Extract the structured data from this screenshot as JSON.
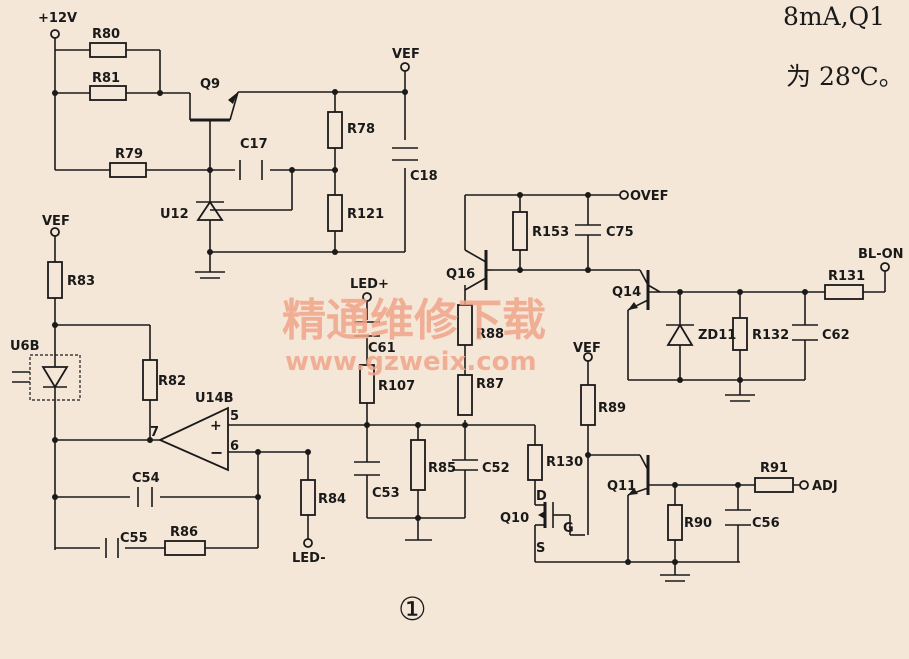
{
  "page_text": {
    "line1": "8mA,Q1",
    "line2": "为 28℃。"
  },
  "watermark": {
    "title": "精通维修下载",
    "url": "www.gzweix.com"
  },
  "figure_number": "①",
  "components": {
    "R80": "R80",
    "R81": "R81",
    "R79": "R79",
    "R78": "R78",
    "R121": "R121",
    "C17": "C17",
    "C18": "C18",
    "Q9": "Q9",
    "U12": "U12",
    "R83": "R83",
    "R82": "R82",
    "U6B": "U6B",
    "U14B": "U14B",
    "pin7": "7",
    "pin5": "5",
    "pin6": "6",
    "C54": "C54",
    "C55": "C55",
    "R86": "R86",
    "R84": "R84",
    "C61": "C61",
    "R107": "R107",
    "C53": "C53",
    "R85": "R85",
    "C52": "C52",
    "R88": "R88",
    "R87": "R87",
    "R153": "R153",
    "C75": "C75",
    "Q16": "Q16",
    "Q14": "Q14",
    "ZD11": "ZD11",
    "R132": "R132",
    "C62": "C62",
    "R131": "R131",
    "R130": "R130",
    "R89": "R89",
    "Q10": "Q10",
    "D": "D",
    "G": "G",
    "S": "S",
    "Q11": "Q11",
    "R90": "R90",
    "C56": "C56",
    "R91": "R91"
  },
  "nets": {
    "p12v": "+12V",
    "vef": "VEF",
    "ovef": "OVEF",
    "led_plus": "LED+",
    "led_minus": "LED-",
    "bl_on": "BL-ON",
    "adj": "ADJ"
  }
}
